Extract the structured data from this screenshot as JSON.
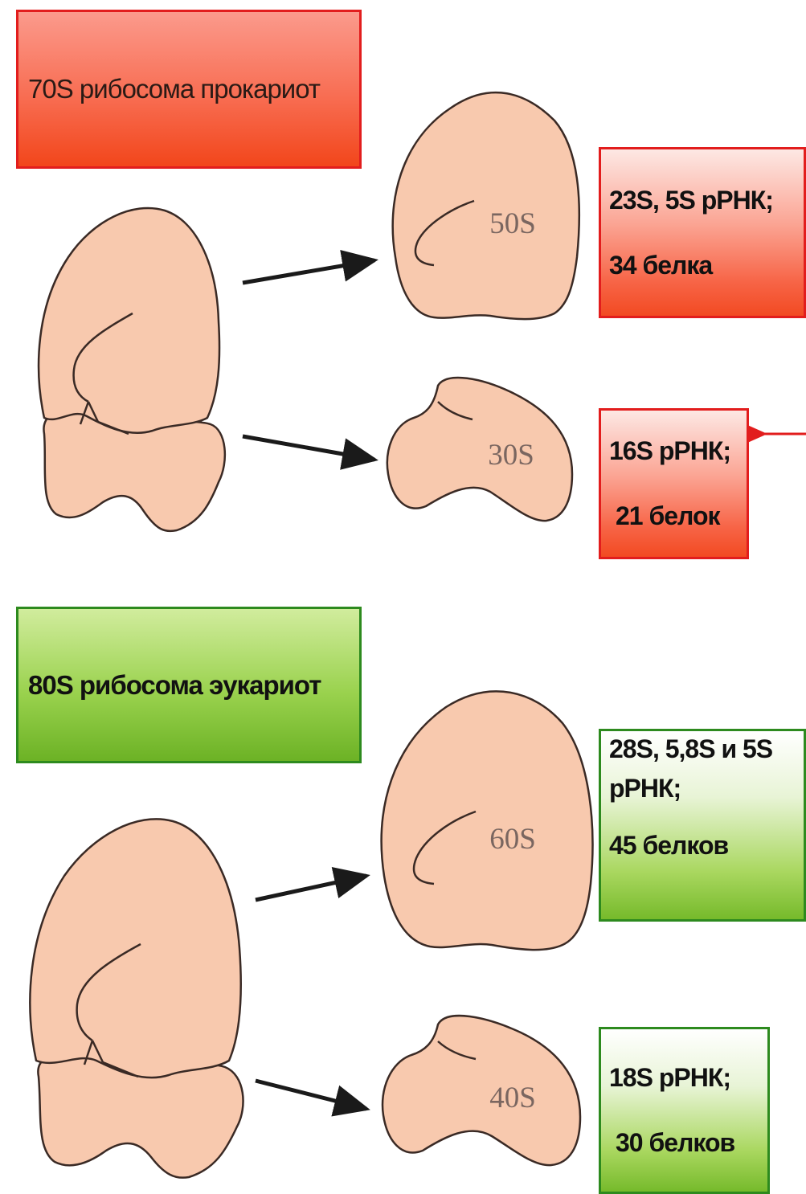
{
  "prokaryote": {
    "title": "70S рибосома прокариот",
    "large_subunit": "50S",
    "small_subunit": "30S",
    "large_info": {
      "line1": "23S, 5S рРНК;",
      "line2": "34 белка"
    },
    "small_info": {
      "line1": "16S рРНК;",
      "line2": "21 белок"
    },
    "color": "#f2461b"
  },
  "eukaryote": {
    "title": "80S рибосома эукариот",
    "large_subunit": "60S",
    "small_subunit": "40S",
    "large_info": {
      "line1": "28S, 5,8S и 5S",
      "line1b": "рРНК;",
      "line2": "45 белков"
    },
    "small_info": {
      "line1": "18S рРНК;",
      "line2": "30 белков"
    },
    "color": "#6cb225"
  },
  "ribosome_fill": "#f8c9ae",
  "outline_color": "#3a2a25"
}
